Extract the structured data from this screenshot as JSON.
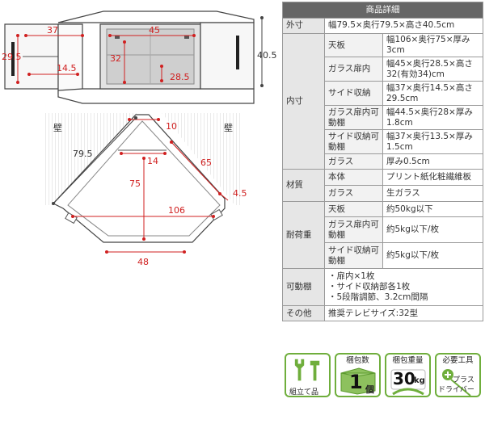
{
  "dims": {
    "height_total": "40.5",
    "side_width": "37",
    "glass_width": "45",
    "glass_height": "32",
    "side_height": "29.5",
    "side_depth": "14.5",
    "glass_depth": "28.5",
    "top_edge": "10",
    "wall_side": "79.5",
    "diag": "65",
    "small_side": "4.5",
    "inner_front": "14",
    "depth": "75",
    "width": "106",
    "front": "48"
  },
  "labels": {
    "wall_left": "壁",
    "wall_right": "壁"
  },
  "spec": {
    "header": "商品詳細",
    "outer_label": "外寸",
    "outer_value": "幅79.5×奥行79.5×高さ40.5cm",
    "inner_label": "内寸",
    "inner_rows": [
      {
        "label": "天板",
        "value": "幅106×奥行75×厚み3cm"
      },
      {
        "label": "ガラス扉内",
        "value": "幅45×奥行28.5×高さ32(有効34)cm"
      },
      {
        "label": "サイド収納",
        "value": "幅37×奥行14.5×高さ29.5cm"
      },
      {
        "label": "ガラス扉内可動棚",
        "value": "幅44.5×奥行28×厚み1.8cm"
      },
      {
        "label": "サイド収納可動棚",
        "value": "幅37×奥行13.5×厚み1.5cm"
      },
      {
        "label": "ガラス",
        "value": "厚み0.5cm"
      }
    ],
    "material_label": "材質",
    "material_rows": [
      {
        "label": "本体",
        "value": "プリント紙化粧繊維板"
      },
      {
        "label": "ガラス",
        "value": "生ガラス"
      }
    ],
    "load_label": "耐荷重",
    "load_rows": [
      {
        "label": "天板",
        "value": "約50kg以下"
      },
      {
        "label": "ガラス扉内可動棚",
        "value": "約5kg以下/枚"
      },
      {
        "label": "サイド収納可動棚",
        "value": "約5kg以下/枚"
      }
    ],
    "shelf_label": "可動棚",
    "shelf_lines": [
      "・扉内×1枚",
      "・サイド収納部各1枚",
      "・5段階調節、3.2cm間隔"
    ],
    "other_label": "その他",
    "other_value": "推奨テレビサイズ:32型"
  },
  "icons": {
    "assembly_caption": "組立て品",
    "packages_title": "梱包数",
    "packages_value": "1",
    "packages_unit": "個",
    "weight_title": "梱包重量",
    "weight_value": "30",
    "weight_unit": "kg",
    "tool_title": "必要工具",
    "tool_text1": "プラス",
    "tool_text2": "ドライバー"
  }
}
